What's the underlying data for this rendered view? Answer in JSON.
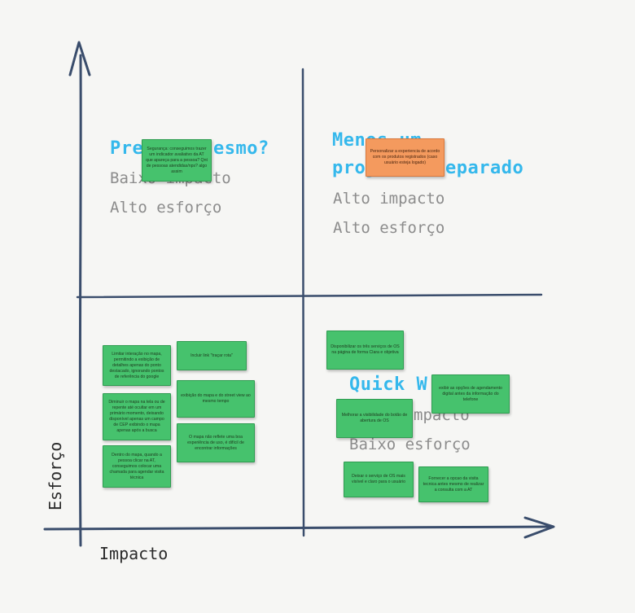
{
  "colors": {
    "title": "#35b8ec",
    "subtitle": "#8c8c8c",
    "axis": "#3a4d6c",
    "note_green": "#46c26d",
    "note_orange": "#f49a5e"
  },
  "axes": {
    "y_label": "Esforço",
    "x_label": "Impacto"
  },
  "quadrants": {
    "top_left": {
      "title_parts": [
        "Pre",
        "esmo?"
      ],
      "subtitle_1": "Baixo impacto",
      "subtitle_2": "Alto esforço"
    },
    "top_right": {
      "title_line_1": "Menos um",
      "title_line_2_parts": [
        "proj",
        "eparado"
      ],
      "subtitle_1": "Alto impacto",
      "subtitle_2": "Alto esforço"
    },
    "bottom_left": {},
    "bottom_right": {
      "title_part": "Quick W",
      "subtitle_1_part": "mpacto",
      "subtitle_2": "Baixo esforço"
    }
  },
  "notes": {
    "n1": "Segurança: conseguimos trazer um indicador avaliativo da AT que apareça para a pessoa? Qnt de pessoas atendidas/nps? algo assim",
    "n2": "Personalizar a experiencia de acordo com os produtos registrados (caso usuário esteja logado)",
    "n3": "Limitar interação no mapa, permitindo a exibição de detalhes apenas do ponto destacado, ignorando pontos de referência do google",
    "n4": "Incluir link \"traçar rota\"",
    "n5": "Diminuir o mapa na tela ou de repente até ocultar em um primário momento, deixando disponível apenas um campo de CEP exibindo o mapa apenas após a busca",
    "n6": "exibição do mapa e do street view ao mesmo tempo",
    "n7": "O mapa não reflete uma boa experiência de uso, é difícil de encontrar informações",
    "n8": "Dentro do mapa, quando a pessoa clicar na AT, conseguimos colocar uma chamada para agendar visita técnica",
    "n9": "Disponibilizar os três serviços de OS na página de forma Clara e objetiva",
    "n10": "exibir as opções de agendamento digital antes da informação do telefone",
    "n11": "Melhorar a visibilidade do botão de abertura de OS",
    "n12": "Deixar o serviço de OS mais visível e claro para o usuário",
    "n13": "Fornecer a opcao da visita tecnica antes mesmo de realizar a consulta com a AT"
  }
}
